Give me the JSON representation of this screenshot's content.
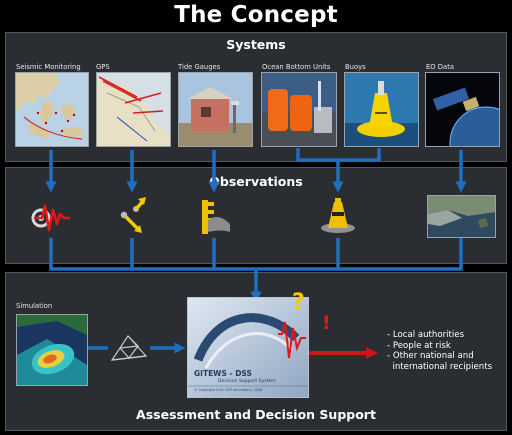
{
  "title": "The Concept",
  "panels": {
    "systems": "Systems",
    "observations": "Observations",
    "assessment": "Assessment and Decision Support"
  },
  "systems": [
    {
      "label": "Seismic Monitoring"
    },
    {
      "label": "GPS"
    },
    {
      "label": "Tide Gauges"
    },
    {
      "label": "Ocean Bottom Units"
    },
    {
      "label": "Buoys"
    },
    {
      "label": "EO Data"
    }
  ],
  "simulation_label": "Simulation",
  "dss": {
    "brand": "GITEWS - DSS",
    "subtitle": "Decision Support System",
    "small": "© Copyright DLR, GFZ and others, 2006",
    "question": "?",
    "exclaim": "!"
  },
  "recipients": [
    "- Local authorities",
    "- People at risk",
    "- Other national and",
    "  international recipients"
  ],
  "colors": {
    "arrow_blue": "#1e6fc0",
    "arrow_red": "#c81818",
    "panel": "#2a2d31",
    "warning_yellow": "#f5c800"
  }
}
